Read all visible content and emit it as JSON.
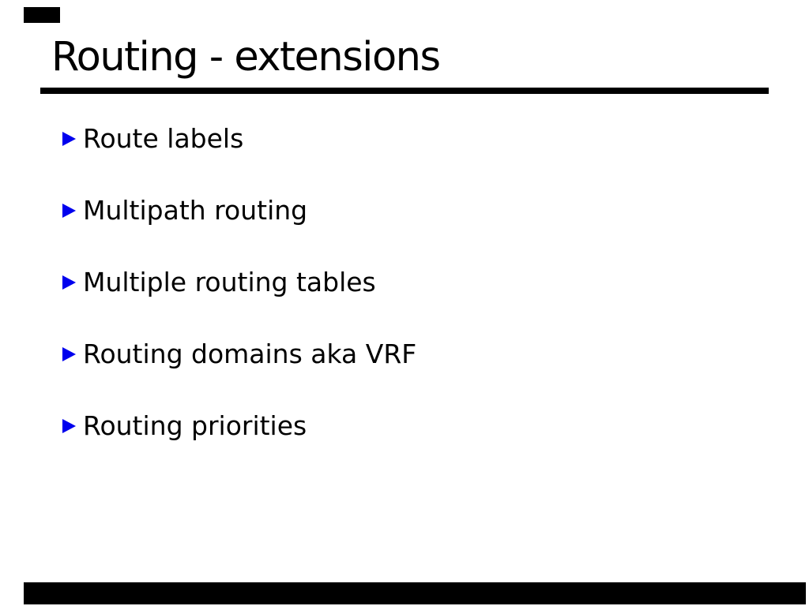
{
  "slide": {
    "title": "Routing - extensions",
    "bullets": [
      {
        "label": "Route labels"
      },
      {
        "label": "Multipath routing"
      },
      {
        "label": "Multiple routing tables"
      },
      {
        "label": "Routing domains aka VRF"
      },
      {
        "label": "Routing priorities"
      }
    ],
    "icons": {
      "bullet": "triangle-right-icon"
    },
    "colors": {
      "background": "#FFFFFF",
      "text": "#000000",
      "title_rule": "#000000",
      "bullet_marker": "#0000EE",
      "corner_marker": "#000000",
      "footer_bar": "#000000"
    }
  }
}
